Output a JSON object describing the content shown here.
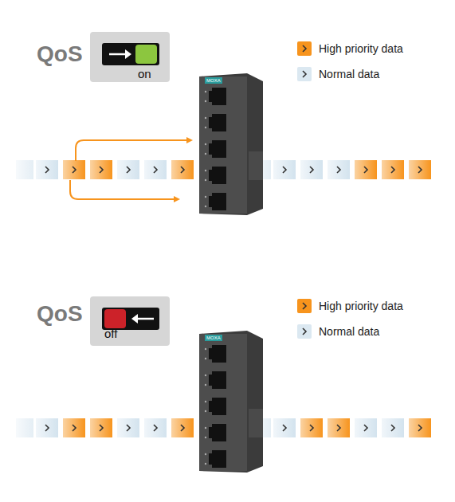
{
  "diagram": {
    "nodes": [
      {
        "text": [
          "on"
        ]
      },
      {
        "text": [
          "off"
        ]
      }
    ],
    "labels": [
      "QoS",
      "MOXA",
      "QoS",
      "MOXA"
    ],
    "legend": [
      {
        "text": "High priority data",
        "color": "#f7941d"
      },
      {
        "text": "Normal data",
        "color": "#dbe8f1"
      },
      {
        "text": "High priority data",
        "color": "#f7941d"
      },
      {
        "text": "Normal data",
        "color": "#dbe8f1"
      }
    ]
  }
}
